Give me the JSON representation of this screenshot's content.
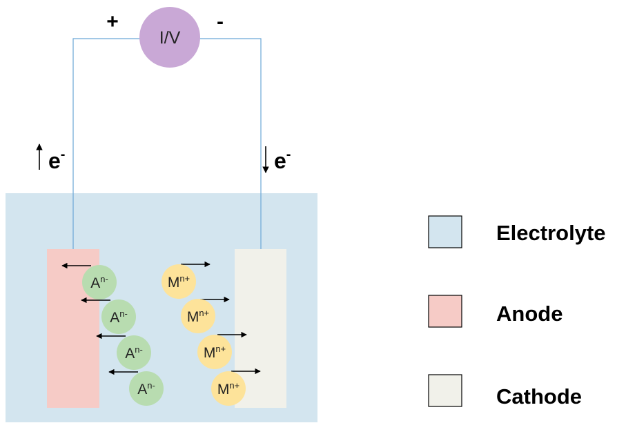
{
  "source": {
    "label": "I/V",
    "fill": "#c9a8d6"
  },
  "polarity": {
    "plus": "+",
    "minus": "-"
  },
  "electron": {
    "symbol": "e",
    "charge": "-"
  },
  "ions": {
    "anion": {
      "base": "A",
      "charge": "n-",
      "fill": "#b8dcb0",
      "count": 4
    },
    "cation": {
      "base": "M",
      "charge": "n+",
      "fill": "#fde39a",
      "count": 4
    }
  },
  "legend": [
    {
      "key": "electrolyte",
      "label": "Electrolyte",
      "color": "#d3e5ef"
    },
    {
      "key": "anode",
      "label": "Anode",
      "color": "#f6cbc6"
    },
    {
      "key": "cathode",
      "label": "Cathode",
      "color": "#f1f1ea"
    }
  ],
  "colors": {
    "wire": "#6aa6d6",
    "arrow": "#000000"
  }
}
